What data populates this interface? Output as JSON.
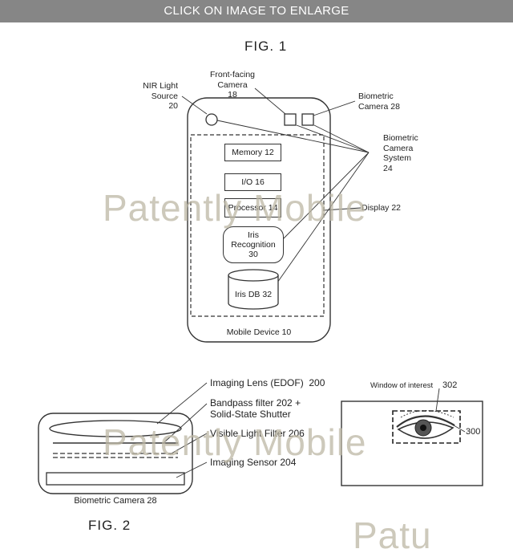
{
  "header": {
    "banner": "CLICK ON IMAGE TO ENLARGE"
  },
  "fig1": {
    "title": "FIG. 1",
    "nir_light_source": "NIR Light\nSource\n20",
    "front_facing_camera": "Front-facing\nCamera\n18",
    "biometric_camera": "Biometric\nCamera 28",
    "biometric_camera_system": "Biometric\nCamera\nSystem\n24",
    "memory": "Memory 12",
    "io": "I/O 16",
    "processor": "Processor 14",
    "display": "Display 22",
    "iris_recognition": "Iris\nRecognition\n30",
    "iris_db": "Iris DB 32",
    "device": "Mobile Device 10"
  },
  "fig2": {
    "title": "FIG. 2",
    "imaging_lens": "Imaging Lens (EDOF)  200",
    "bandpass_filter": "Bandpass filter 202 +\nSolid-State Shutter",
    "visible_light_filter": "Visible Light Filter 206",
    "imaging_sensor": "Imaging Sensor 204",
    "camera_caption": "Biometric Camera 28",
    "window_of_interest": "Window of interest",
    "window_ref": "302",
    "eye_ref": "300"
  },
  "watermarks": {
    "wm1": "Patently Mobile",
    "wm2": "Patently Mobile",
    "wm3": "Patu"
  }
}
